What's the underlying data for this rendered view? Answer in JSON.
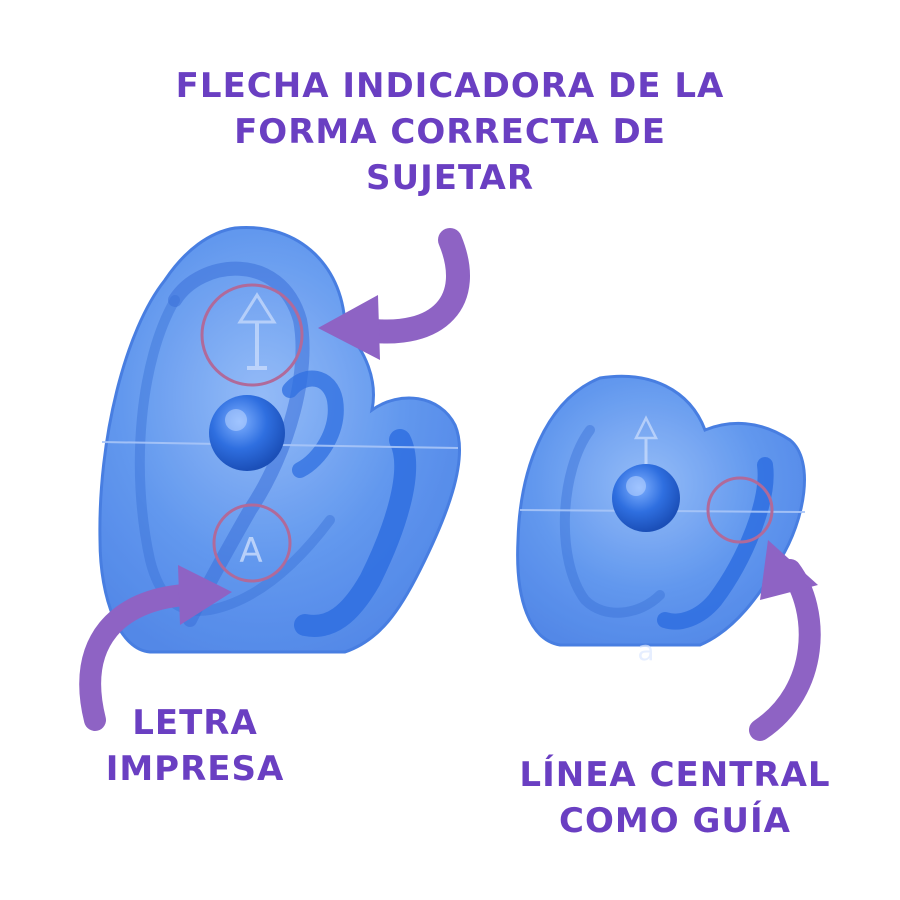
{
  "annotations": {
    "top": [
      "FLECHA INDICADORA DE LA",
      "FORMA CORRECTA DE",
      "SUJETAR"
    ],
    "bottom_left": [
      "LETRA",
      "IMPRESA"
    ],
    "bottom_right": [
      "LÍNEA CENTRAL",
      "COMO GUÍA"
    ]
  },
  "colors": {
    "label_text": "#6a3fc2",
    "arrow": "#8e63c4",
    "highlight_circle": "#b06a9a",
    "cutter_body": "#5a93ee",
    "cutter_dark": "#2f6fe0",
    "background": "#ffffff"
  },
  "cutters": [
    {
      "name": "large-cutter",
      "embossed_letter": "A"
    },
    {
      "name": "small-cutter",
      "embossed_letter": "a"
    }
  ]
}
